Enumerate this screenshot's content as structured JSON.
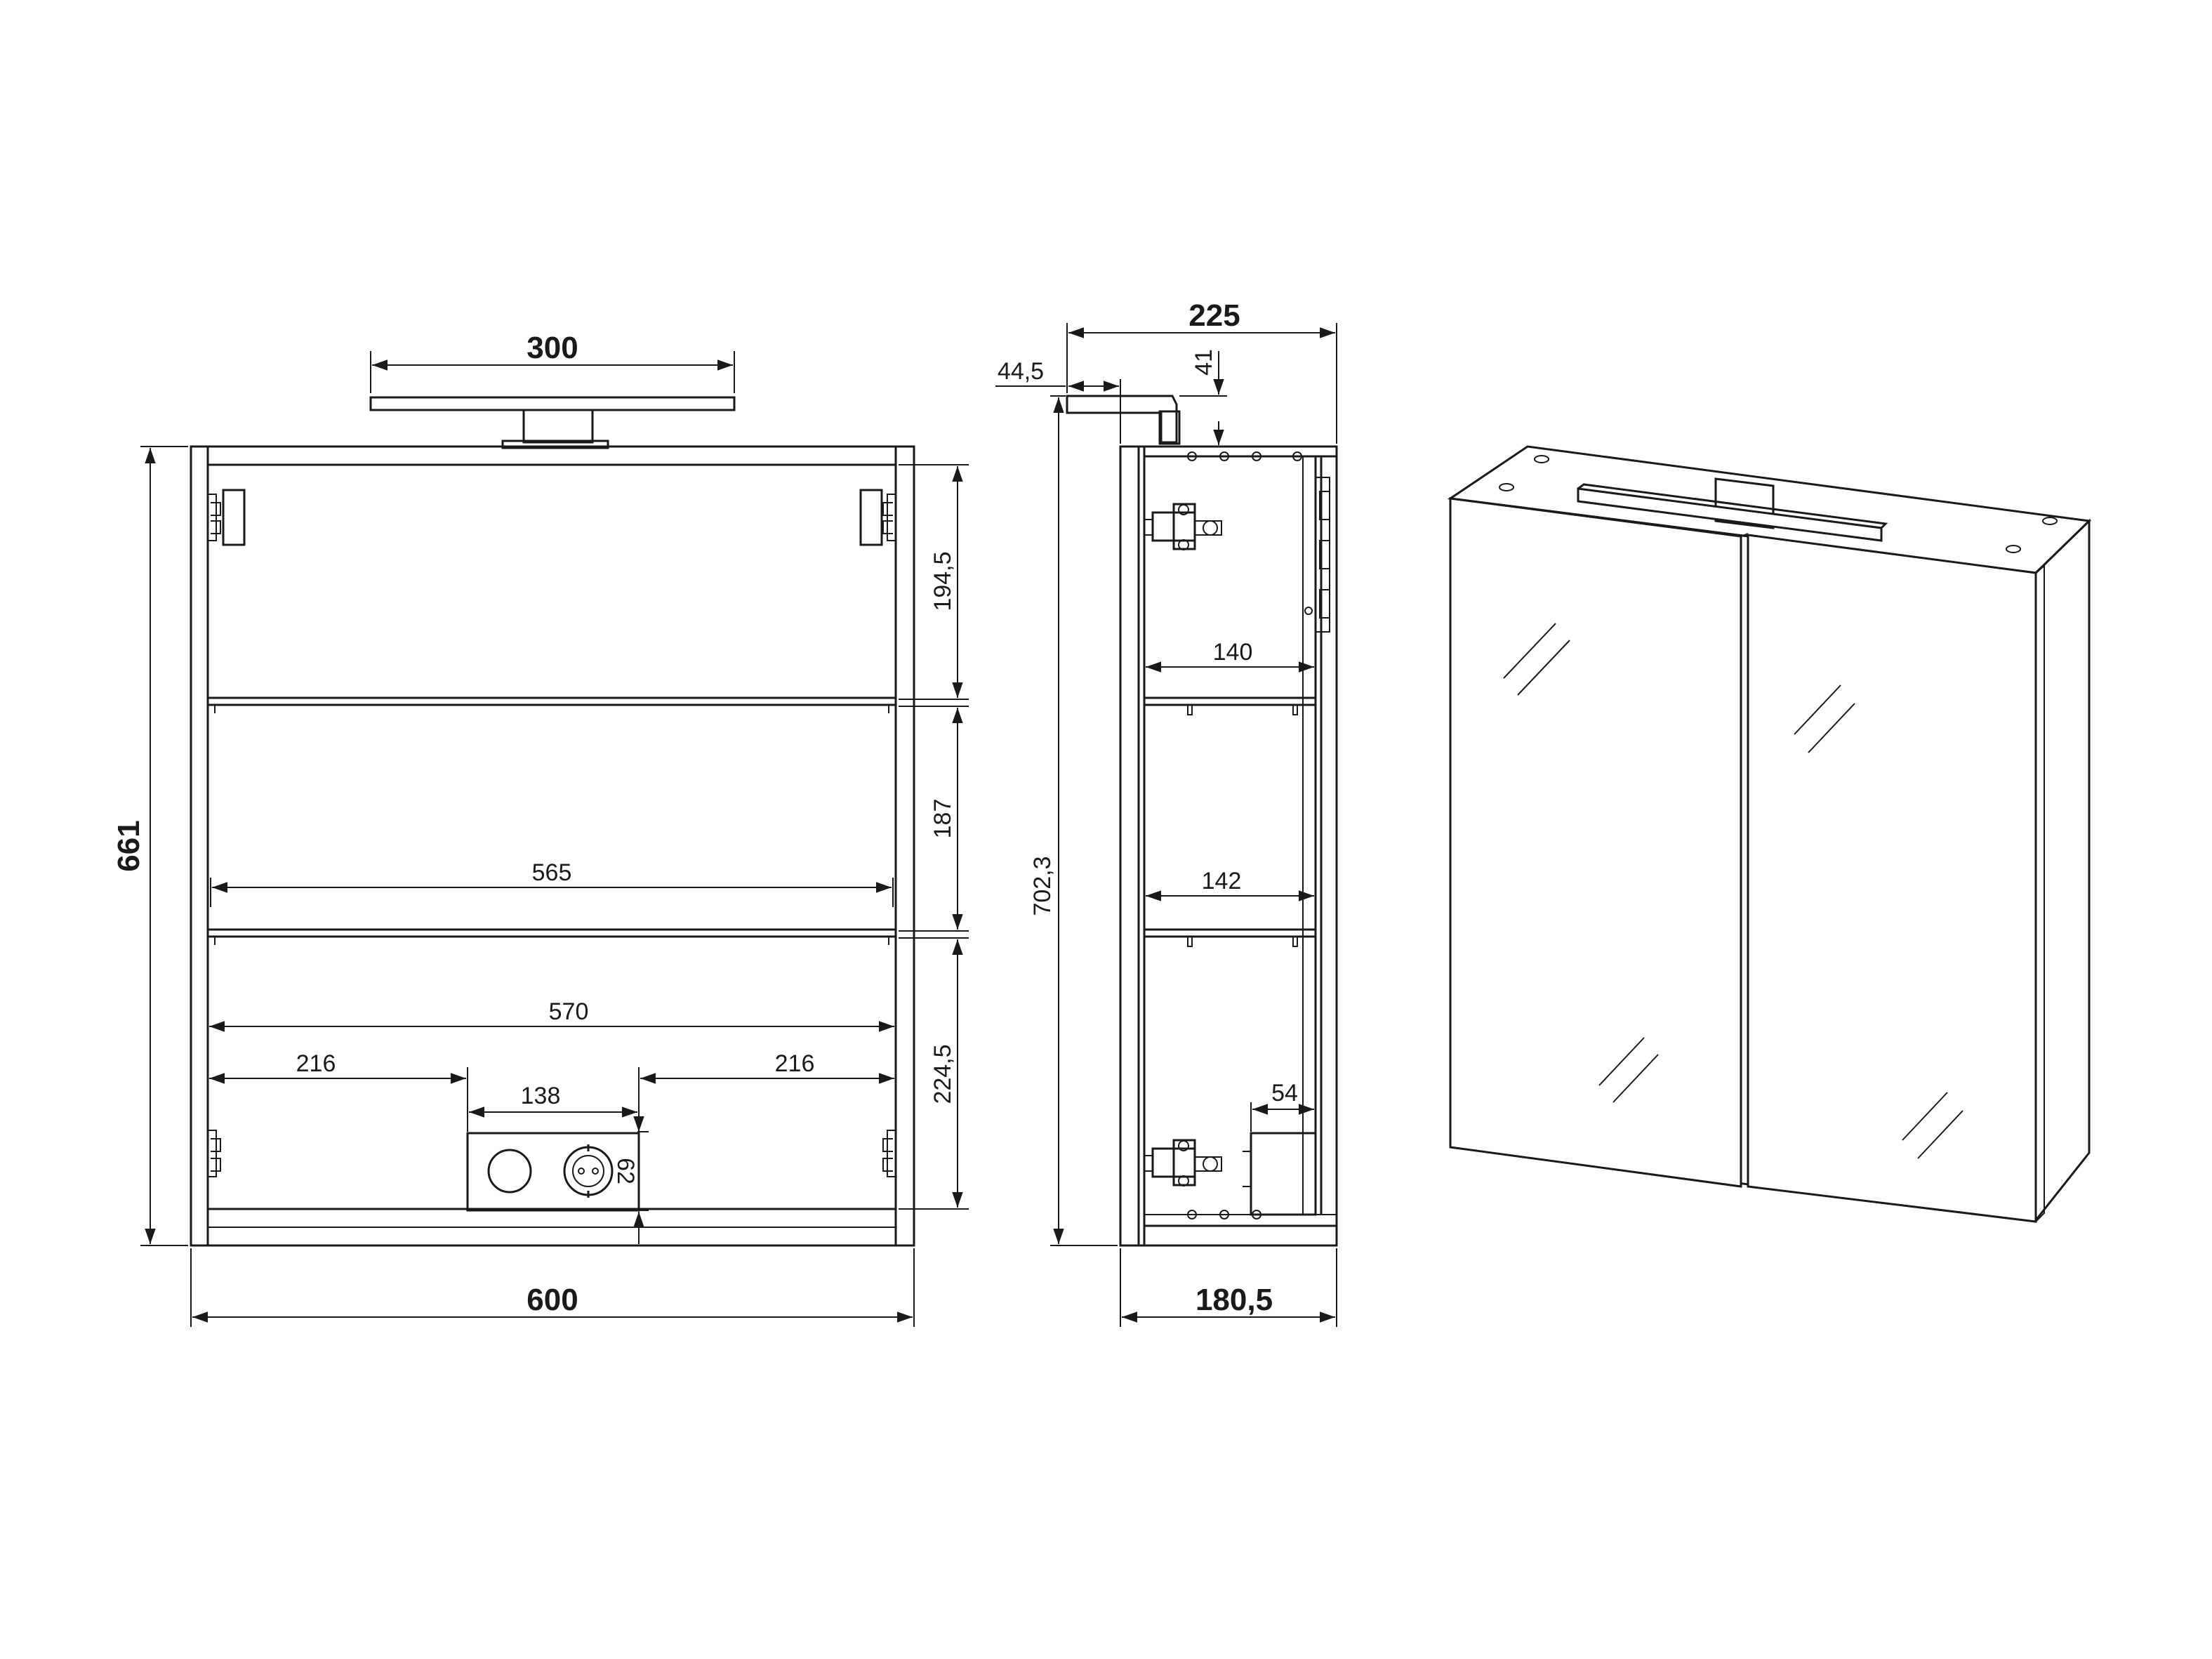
{
  "front_view": {
    "light_width": "300",
    "total_height": "661",
    "shelf_gap_top": "194,5",
    "shelf_gap_middle": "187",
    "shelf_gap_bottom": "224,5",
    "shelf_width": "565",
    "inner_width": "570",
    "offset_left": "216",
    "offset_right": "216",
    "socket_width": "138",
    "socket_height": "62",
    "total_width": "600"
  },
  "side_view": {
    "total_depth": "225",
    "light_offset": "44,5",
    "light_height": "41",
    "total_height": "702,3",
    "shelf_depth_top": "140",
    "shelf_depth_bottom": "142",
    "socket_depth": "54",
    "body_depth": "180,5"
  },
  "perspective_view": {}
}
